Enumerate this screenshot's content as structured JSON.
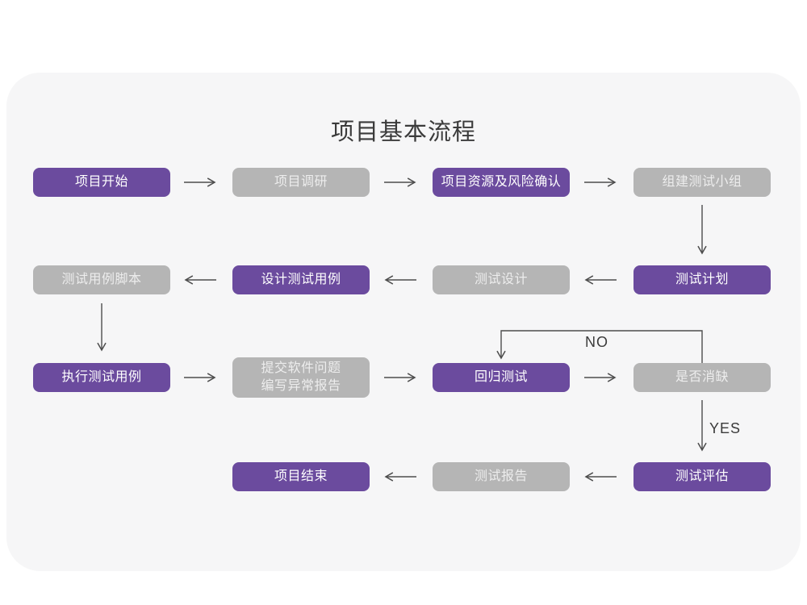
{
  "page": {
    "title": "项目基本流程"
  },
  "flowchart": {
    "nodes": [
      {
        "label": "项目开始",
        "variant": "purple"
      },
      {
        "label": "项目调研",
        "variant": "gray"
      },
      {
        "label": "项目资源及风险确认",
        "variant": "purple"
      },
      {
        "label": "组建测试小组",
        "variant": "gray"
      },
      {
        "label": "测试计划",
        "variant": "purple"
      },
      {
        "label": "测试设计",
        "variant": "gray"
      },
      {
        "label": "设计测试用例",
        "variant": "purple"
      },
      {
        "label": "测试用例脚本",
        "variant": "gray"
      },
      {
        "label": "执行测试用例",
        "variant": "purple"
      },
      {
        "label": "提交软件问题\n编写异常报告",
        "variant": "gray"
      },
      {
        "label": "回归测试",
        "variant": "purple"
      },
      {
        "label": "是否消缺",
        "variant": "gray"
      },
      {
        "label": "测试评估",
        "variant": "purple"
      },
      {
        "label": "测试报告",
        "variant": "gray"
      },
      {
        "label": "项目结束",
        "variant": "purple"
      }
    ],
    "branch_labels": {
      "no": "NO",
      "yes": "YES"
    },
    "colors": {
      "purple": "#6B4B9E",
      "gray": "#B5B5B5",
      "card_bg": "#F6F6F7",
      "arrow": "#4D4D4D",
      "title_text": "#3B3B3B"
    }
  }
}
